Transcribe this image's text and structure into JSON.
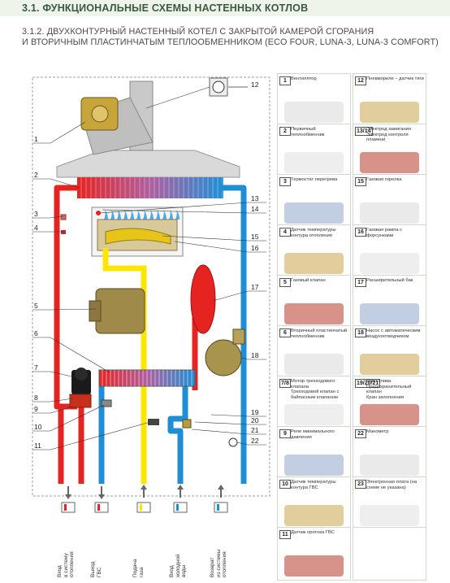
{
  "header": {
    "title": "3.1. ФУНКЦИОНАЛЬНЫЕ СХЕМЫ НАСТЕННЫХ КОТЛОВ",
    "subtitle_line1": "3.1.2. ДВУХКОНТУРНЫЙ НАСТЕННЫЙ КОТЕЛ С ЗАКРЫТОЙ КАМЕРОЙ СГОРАНИЯ",
    "subtitle_line2": "И ВТОРИЧНЫМ ПЛАСТИНЧАТЫМ ТЕПЛООБМЕННИКОМ (ECO FOUR, LUNA-3, LUNA-3 COMFORT)"
  },
  "diagram": {
    "callouts_left": [
      "1",
      "2",
      "3",
      "4",
      "5",
      "6",
      "7",
      "8",
      "9",
      "10",
      "11"
    ],
    "callouts_right": [
      "12",
      "13",
      "14",
      "15",
      "16",
      "17",
      "18",
      "19",
      "20",
      "21",
      "22"
    ],
    "bottom_labels": [
      "Вход\nв систему\nотопления",
      "Выход\nГВС",
      "Подача\nгаза",
      "Вход\nхолодной\nводы",
      "Возврат\nиз системы\nотопления"
    ],
    "colors": {
      "hot": "#e52421",
      "cold": "#1e8fd6",
      "gas": "#ffe600",
      "brass": "#9c8443"
    }
  },
  "legend": {
    "items": [
      {
        "num": "1",
        "name": "Вентилятор"
      },
      {
        "num": "12",
        "name": "Пневмореле – датчик тяги"
      },
      {
        "num": "2",
        "name": "Первичный теплообменник"
      },
      {
        "num": "13\n14",
        "name": "Электрод зажигания\nЭлектрод контроля пламени"
      },
      {
        "num": "3",
        "name": "Термостат перегрева"
      },
      {
        "num": "15",
        "name": "Газовая горелка"
      },
      {
        "num": "4",
        "name": "Датчик температуры контура отопления"
      },
      {
        "num": "16",
        "name": "Газовая рампа с форсунками"
      },
      {
        "num": "5",
        "name": "Газовый клапан"
      },
      {
        "num": "17",
        "name": "Расширительный бак"
      },
      {
        "num": "6",
        "name": "Вторичный пластинчатый теплообменник"
      },
      {
        "num": "18",
        "name": "Насос с автоматическим воздухоотводчиком"
      },
      {
        "num": "7\n8",
        "name": "Мотор трехходового клапана\nТрехходовой клапан с байпасным клапаном"
      },
      {
        "num": "19\n20\n21",
        "name": "Кран слива\nПредохранительный клапан\nКран заполнения"
      },
      {
        "num": "9",
        "name": "Реле минимального давления"
      },
      {
        "num": "22",
        "name": "Манометр"
      },
      {
        "num": "10",
        "name": "Датчик температуры контура ГВС"
      },
      {
        "num": "23",
        "name": "Электронная плата (на схеме не указана)"
      },
      {
        "num": "11",
        "name": "Датчик протока ГВС"
      },
      {
        "num": "",
        "name": ""
      }
    ],
    "inner_marks": [
      "21",
      "20",
      "19"
    ]
  }
}
